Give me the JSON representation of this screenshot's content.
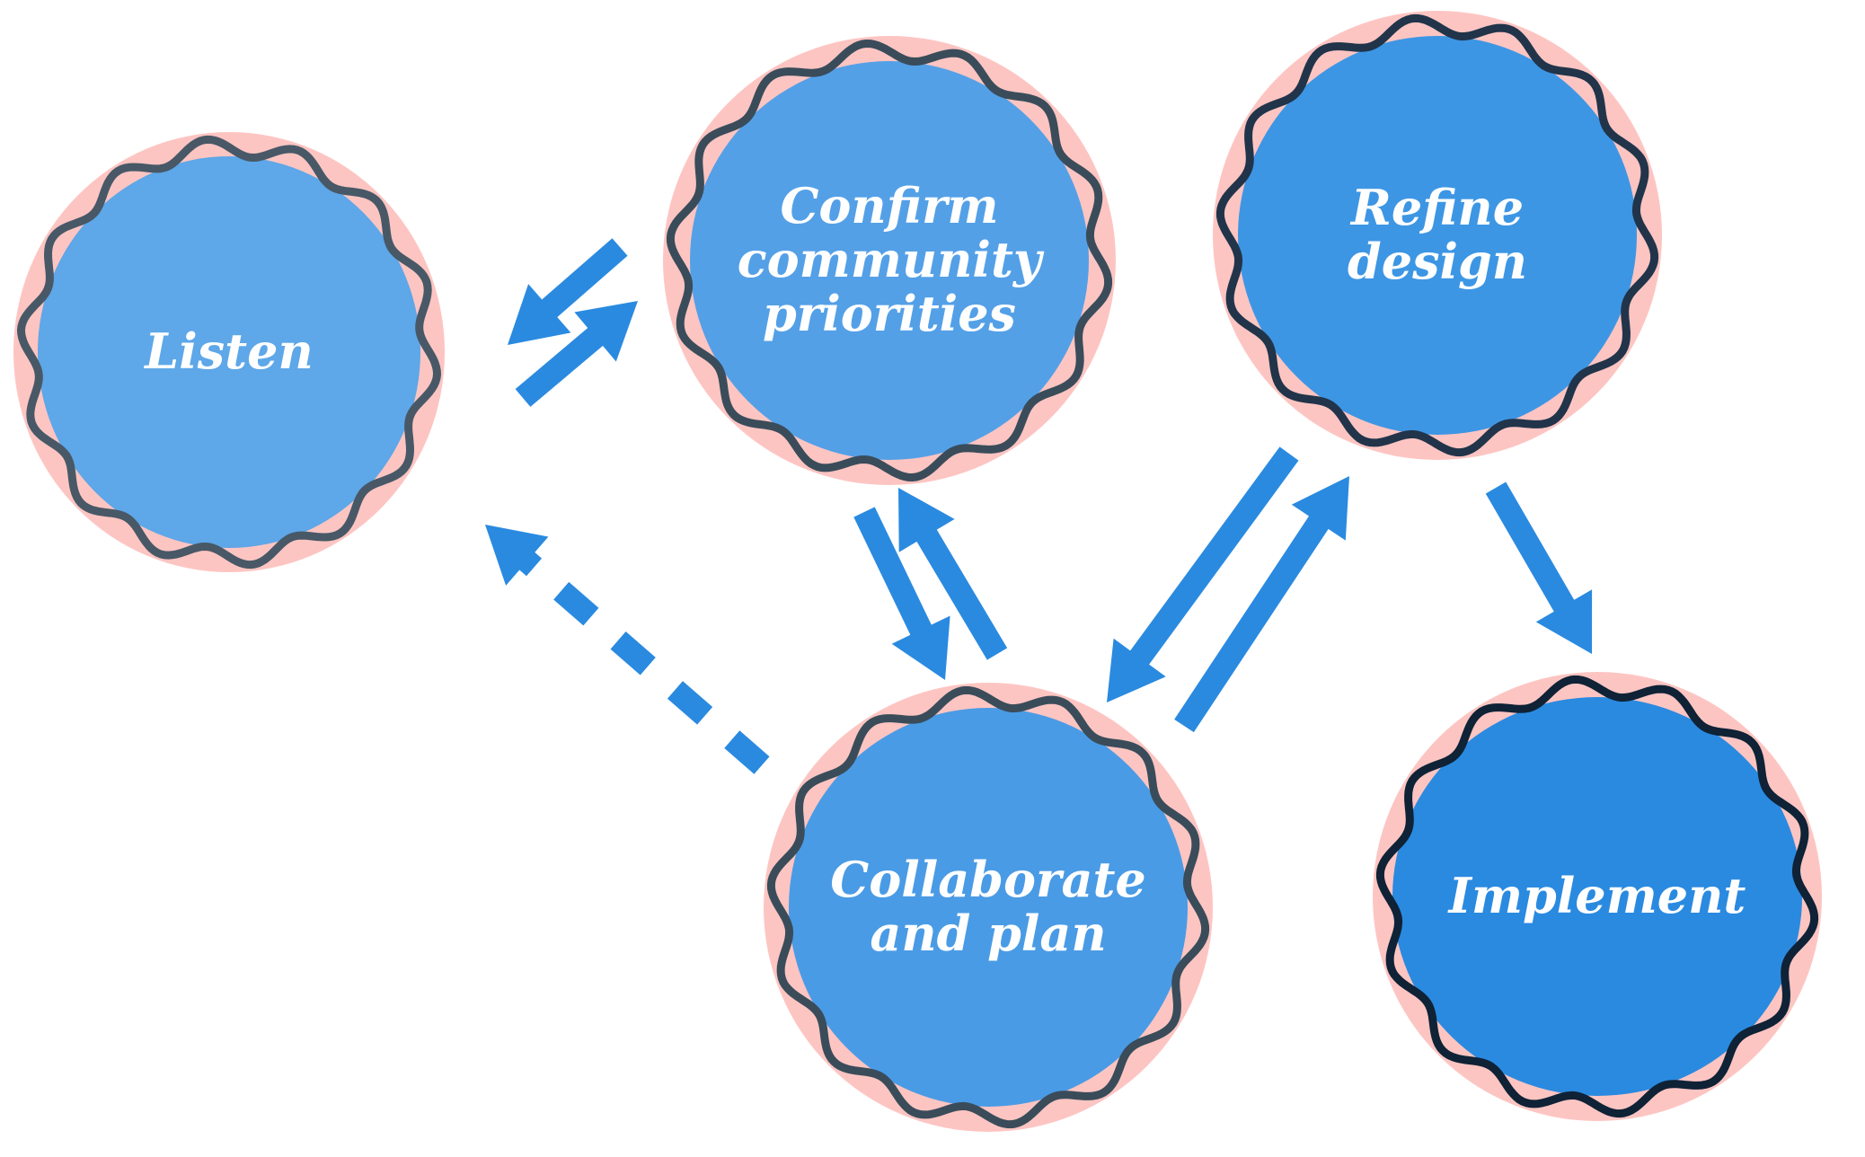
{
  "diagram": {
    "colors": {
      "halo": "#fdc5c2",
      "arrow": "#2a8ae0",
      "label": "#ffffff"
    },
    "nodes": [
      {
        "id": "listen",
        "lines": [
          "Listen"
        ],
        "fill": "#5ea7e8",
        "wave": "#485866"
      },
      {
        "id": "confirm",
        "lines": [
          "Confirm",
          "community",
          "priorities"
        ],
        "fill": "#54a0e7",
        "wave": "#3a4c5a"
      },
      {
        "id": "refine",
        "lines": [
          "Refine",
          "design"
        ],
        "fill": "#3d96e4",
        "wave": "#21344a"
      },
      {
        "id": "collaborate",
        "lines": [
          "Collaborate",
          "and plan"
        ],
        "fill": "#4a9be5",
        "wave": "#3a4c5a"
      },
      {
        "id": "implement",
        "lines": [
          "Implement"
        ],
        "fill": "#2a8ae0",
        "wave": "#0f2236"
      }
    ],
    "edges": [
      {
        "from": "confirm",
        "to": "listen",
        "style": "solid"
      },
      {
        "from": "listen",
        "to": "confirm",
        "style": "solid"
      },
      {
        "from": "confirm",
        "to": "collaborate",
        "style": "solid"
      },
      {
        "from": "collaborate",
        "to": "confirm",
        "style": "solid"
      },
      {
        "from": "refine",
        "to": "collaborate",
        "style": "solid"
      },
      {
        "from": "collaborate",
        "to": "refine",
        "style": "solid"
      },
      {
        "from": "refine",
        "to": "implement",
        "style": "solid"
      },
      {
        "from": "collaborate",
        "to": "listen",
        "style": "dashed"
      }
    ]
  }
}
